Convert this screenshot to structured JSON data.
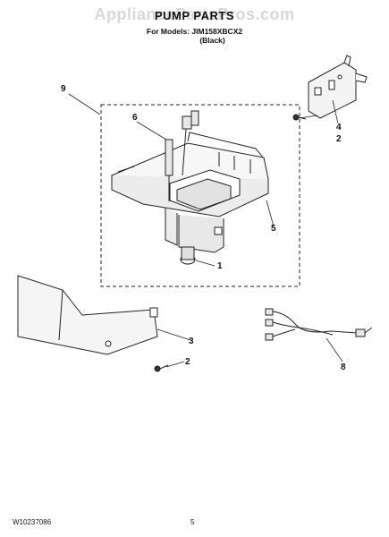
{
  "header": {
    "watermark": "AppliancePartsPros.com",
    "title": "PUMP PARTS",
    "models": "For Models: JIM158XBCX2",
    "color": "(Black)"
  },
  "callouts": {
    "c1": "1",
    "c2a": "2",
    "c2b": "2",
    "c3": "3",
    "c4": "4",
    "c5": "5",
    "c6": "6",
    "c8": "8",
    "c9": "9"
  },
  "footer": {
    "doc_number": "W10237086",
    "page": "5"
  }
}
